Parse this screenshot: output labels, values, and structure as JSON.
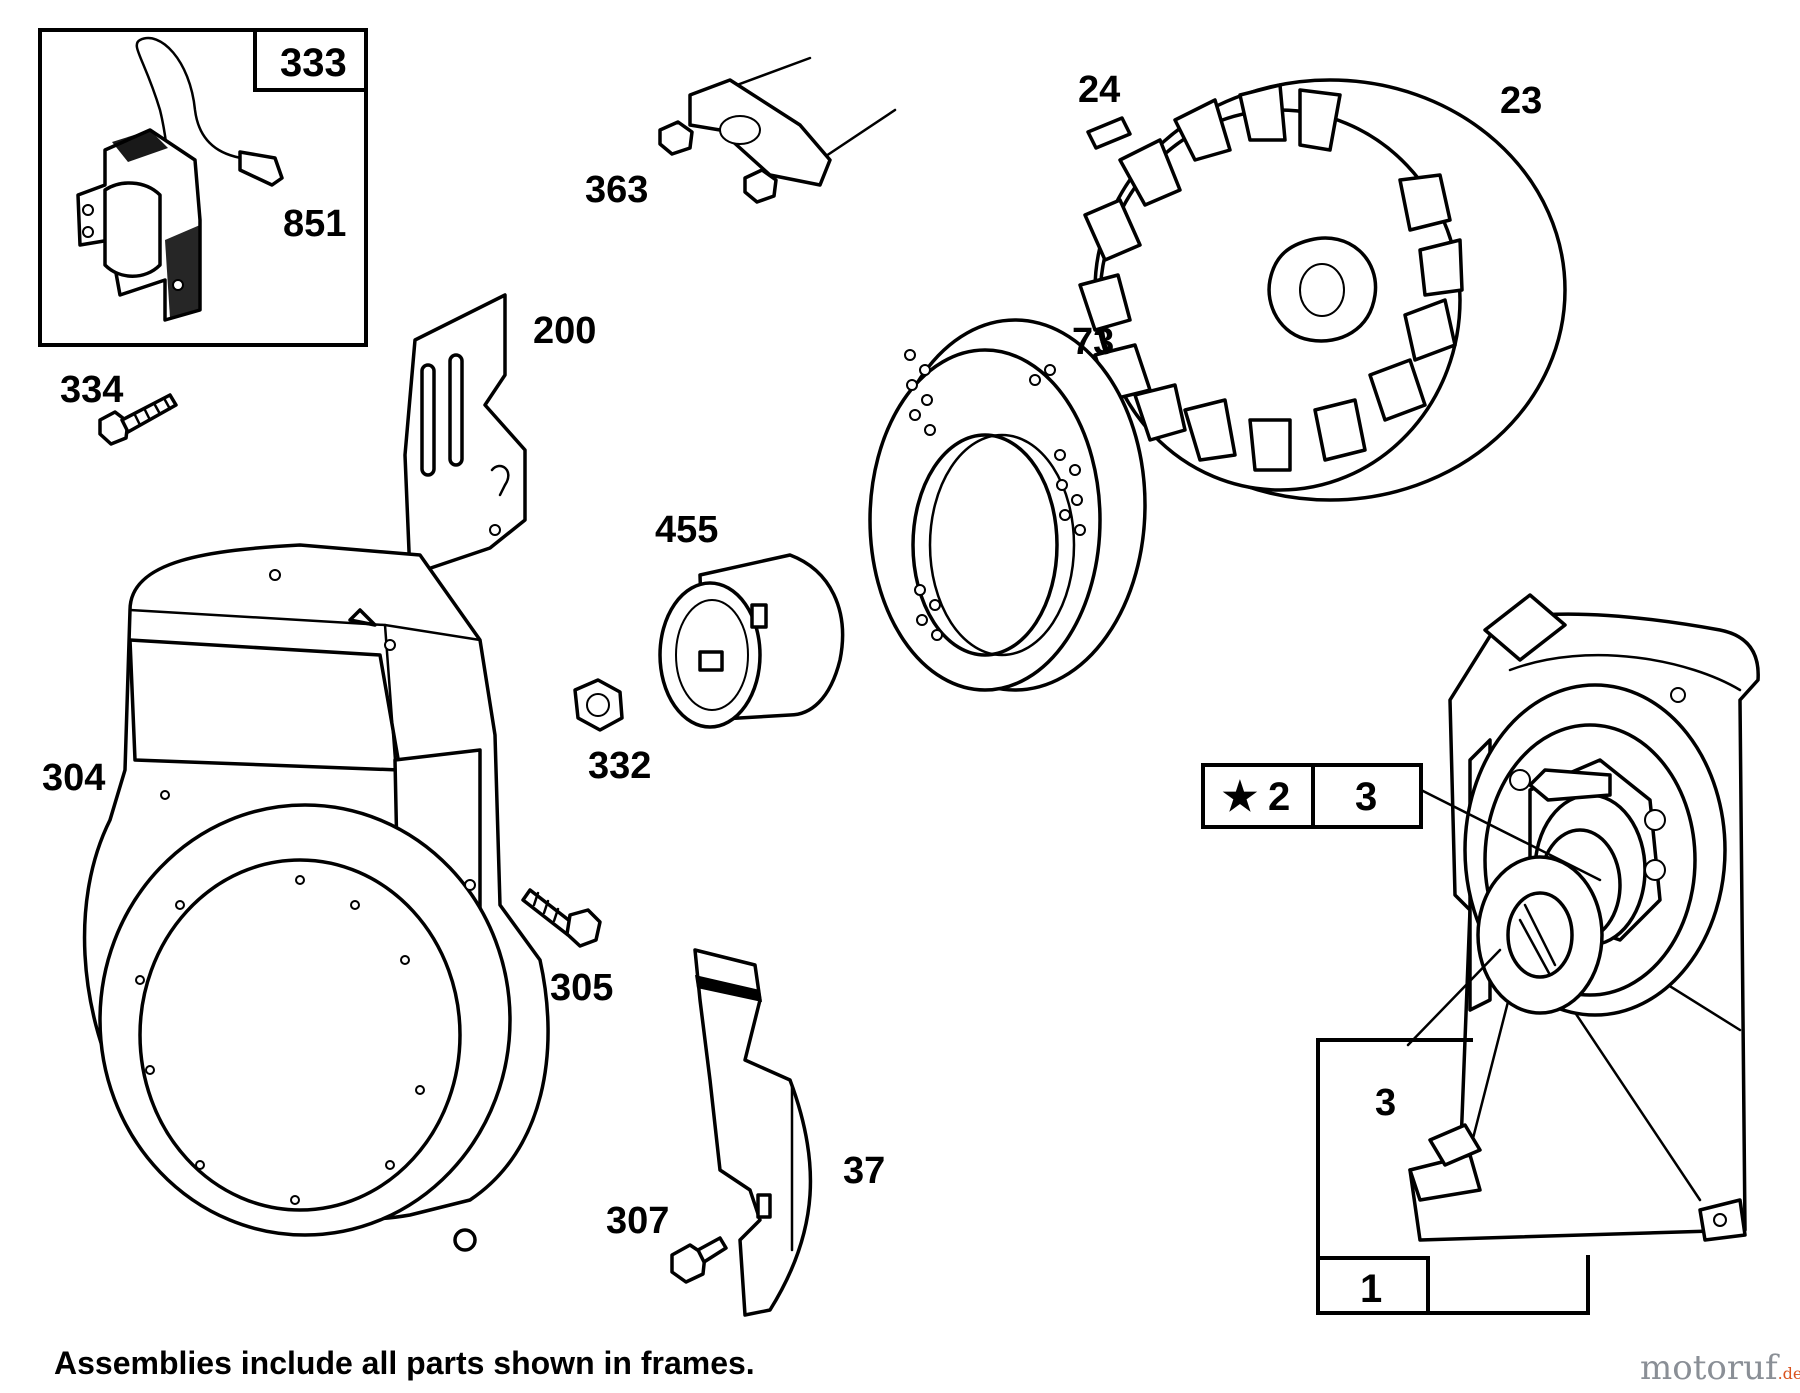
{
  "caption": "Assemblies include all parts shown in frames.",
  "watermark": {
    "name": "motoruf",
    "suffix": ".de",
    "color_main": "#8a8f96",
    "color_accent": "#d9531e"
  },
  "callouts": {
    "p333": "333",
    "p851": "851",
    "p334": "334",
    "p363": "363",
    "p24": "24",
    "p23": "23",
    "p200": "200",
    "p73": "73",
    "p455": "455",
    "p332": "332",
    "p304": "304",
    "p305": "305",
    "p37": "37",
    "p307": "307",
    "p3_box": "3",
    "p3_line": "3",
    "p1": "1",
    "p2": "2",
    "star": "★"
  }
}
